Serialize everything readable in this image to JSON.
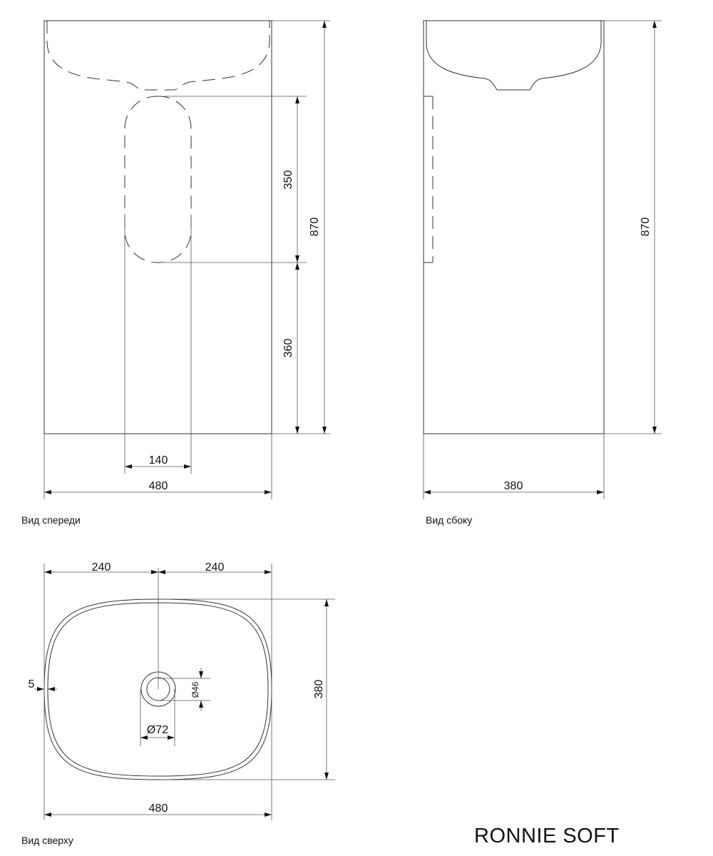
{
  "front_view": {
    "caption": "Вид спереди",
    "dims": {
      "total_height": "870",
      "cutout_height": "350",
      "cutout_bottom": "360",
      "cutout_width": "140",
      "width": "480"
    }
  },
  "side_view": {
    "caption": "Вид сбоку",
    "dims": {
      "total_height": "870",
      "depth": "380"
    }
  },
  "top_view": {
    "caption": "Вид сверху",
    "dims": {
      "half_left": "240",
      "half_right": "240",
      "depth": "380",
      "wall": "5",
      "drain_inner": "Ø46",
      "drain_outer": "Ø72",
      "width": "480"
    }
  },
  "product_name": "RONNIE SOFT"
}
